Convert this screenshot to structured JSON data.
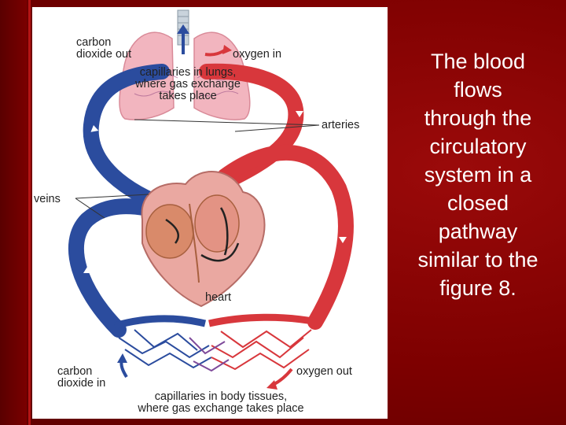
{
  "colors": {
    "background": "#7d0000",
    "stripe": "#b41414",
    "oxygenated": "#d8373c",
    "deoxygenated": "#2d4fa0",
    "lungs": "#f1b3bd",
    "heart": "#eaa7a0",
    "caption": "#ffffff"
  },
  "figure": {
    "labels": {
      "co2_out": "carbon\ndioxide out",
      "oxygen_in": "oxygen in",
      "lung_capillaries": "capillaries in lungs,\nwhere gas exchange\ntakes place",
      "arteries": "arteries",
      "veins": "veins",
      "heart": "heart",
      "co2_in": "carbon\ndioxide in",
      "oxygen_out": "oxygen out",
      "body_capillaries": "capillaries in body tissues,\nwhere gas exchange takes place"
    }
  },
  "caption": {
    "text": "The blood flows through the circulatory system in a closed pathway similar to the figure 8."
  }
}
